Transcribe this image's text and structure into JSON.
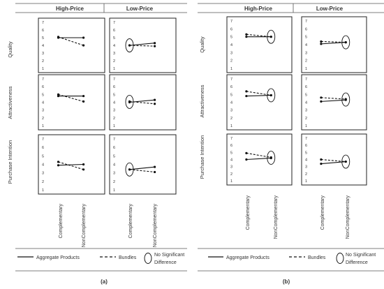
{
  "figure": {
    "panel_labels": [
      "(a)",
      "(b)"
    ],
    "column_headers": [
      "High-Price",
      "Low-Price"
    ],
    "row_labels": [
      "Quality",
      "Attractiveness",
      "Purchase Intention"
    ],
    "x_categories": [
      "Complementary",
      "NonComplementary"
    ],
    "y_ticks": [
      1,
      2,
      3,
      4,
      5,
      6,
      7
    ],
    "legend": {
      "aggregate": "Aggregate Products",
      "bundles": "Bundles",
      "no_sig_line1": "No Significant",
      "no_sig_line2": "Difference"
    }
  },
  "chart_data": [
    {
      "panel": "(a)",
      "type": "line",
      "ylim": [
        1,
        7
      ],
      "categories": [
        "Complementary",
        "NonComplementary"
      ],
      "subplots": [
        {
          "row": "Quality",
          "column": "High-Price",
          "aggregate": [
            5.0,
            5.0
          ],
          "bundles": [
            5.1,
            4.0
          ],
          "no_significant_difference": "none"
        },
        {
          "row": "Quality",
          "column": "Low-Price",
          "aggregate": [
            4.0,
            4.3
          ],
          "bundles": [
            4.0,
            3.9
          ],
          "no_significant_difference": "Complementary"
        },
        {
          "row": "Attractiveness",
          "column": "High-Price",
          "aggregate": [
            4.8,
            4.8
          ],
          "bundles": [
            5.0,
            4.1
          ],
          "no_significant_difference": "none"
        },
        {
          "row": "Attractiveness",
          "column": "Low-Price",
          "aggregate": [
            4.0,
            4.3
          ],
          "bundles": [
            4.1,
            3.8
          ],
          "no_significant_difference": "Complementary"
        },
        {
          "row": "Purchase Intention",
          "column": "High-Price",
          "aggregate": [
            3.9,
            4.0
          ],
          "bundles": [
            4.3,
            3.4
          ],
          "no_significant_difference": "none"
        },
        {
          "row": "Purchase Intention",
          "column": "Low-Price",
          "aggregate": [
            3.4,
            3.7
          ],
          "bundles": [
            3.4,
            3.1
          ],
          "no_significant_difference": "Complementary"
        }
      ]
    },
    {
      "panel": "(b)",
      "type": "line",
      "ylim": [
        1,
        7
      ],
      "categories": [
        "Complementary",
        "NonComplementary"
      ],
      "subplots": [
        {
          "row": "Quality",
          "column": "High-Price",
          "aggregate": [
            5.0,
            5.0
          ],
          "bundles": [
            5.3,
            5.0
          ],
          "no_significant_difference": "NonComplementary"
        },
        {
          "row": "Quality",
          "column": "Low-Price",
          "aggregate": [
            4.1,
            4.3
          ],
          "bundles": [
            4.4,
            4.3
          ],
          "no_significant_difference": "NonComplementary"
        },
        {
          "row": "Attractiveness",
          "column": "High-Price",
          "aggregate": [
            4.8,
            4.9
          ],
          "bundles": [
            5.4,
            4.9
          ],
          "no_significant_difference": "NonComplementary"
        },
        {
          "row": "Attractiveness",
          "column": "Low-Price",
          "aggregate": [
            4.1,
            4.3
          ],
          "bundles": [
            4.6,
            4.4
          ],
          "no_significant_difference": "NonComplementary"
        },
        {
          "row": "Purchase Intention",
          "column": "High-Price",
          "aggregate": [
            4.0,
            4.2
          ],
          "bundles": [
            4.9,
            4.3
          ],
          "no_significant_difference": "NonComplementary"
        },
        {
          "row": "Purchase Intention",
          "column": "Low-Price",
          "aggregate": [
            3.4,
            3.7
          ],
          "bundles": [
            4.0,
            3.7
          ],
          "no_significant_difference": "NonComplementary"
        }
      ]
    }
  ]
}
